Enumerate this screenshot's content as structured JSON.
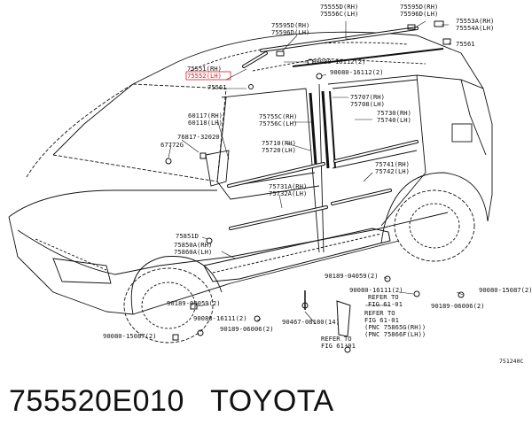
{
  "callouts": [
    {
      "id": "c01",
      "lines": [
        "75555D(RH)",
        "75556C(LH)"
      ]
    },
    {
      "id": "c02",
      "lines": [
        "75595D(RH)",
        "75596D(LH)"
      ]
    },
    {
      "id": "c03",
      "lines": [
        "75553A(RH)",
        "75554A(LH)"
      ]
    },
    {
      "id": "c04",
      "lines": [
        "75595D(RH)",
        "75596D(LH)"
      ]
    },
    {
      "id": "c05",
      "lines": [
        "75561"
      ]
    },
    {
      "id": "c06",
      "lines": [
        "75551(RH)"
      ]
    },
    {
      "id": "c07",
      "lines": [
        "75552(LH)"
      ],
      "highlight": true
    },
    {
      "id": "c08",
      "lines": [
        "90080-16112(2)"
      ]
    },
    {
      "id": "c09",
      "lines": [
        "90080-16112(2)"
      ]
    },
    {
      "id": "c10",
      "lines": [
        "75561"
      ]
    },
    {
      "id": "c11",
      "lines": [
        "75707(RH)",
        "75708(LH)"
      ]
    },
    {
      "id": "c12",
      "lines": [
        "75730(RH)",
        "75740(LH)"
      ]
    },
    {
      "id": "c13",
      "lines": [
        "60117(RH)",
        "60118(LH)"
      ]
    },
    {
      "id": "c14",
      "lines": [
        "75755C(RH)",
        "75756C(LH)"
      ]
    },
    {
      "id": "c15",
      "lines": [
        "76817-32020"
      ]
    },
    {
      "id": "c16",
      "lines": [
        "67772G"
      ]
    },
    {
      "id": "c17",
      "lines": [
        "75710(RH)",
        "75720(LH)"
      ]
    },
    {
      "id": "c18",
      "lines": [
        "75741(RH)",
        "75742(LH)"
      ]
    },
    {
      "id": "c19",
      "lines": [
        "75731A(RH)",
        "75732A(LH)"
      ]
    },
    {
      "id": "c20",
      "lines": [
        "75851D"
      ]
    },
    {
      "id": "c21",
      "lines": [
        "75850A(RH)",
        "75860A(LH)"
      ]
    },
    {
      "id": "c22",
      "lines": [
        "90189-04059(2)"
      ]
    },
    {
      "id": "c23",
      "lines": [
        "90080-16111(2)"
      ]
    },
    {
      "id": "c24",
      "lines": [
        "90080-15087(2)"
      ]
    },
    {
      "id": "c25",
      "lines": [
        "90189-04059(2)"
      ]
    },
    {
      "id": "c26",
      "lines": [
        "REFER TO",
        "FIG 61-01"
      ]
    },
    {
      "id": "c27",
      "lines": [
        "90189-06006(2)"
      ]
    },
    {
      "id": "c28",
      "lines": [
        "REFER TO",
        "FIG 61-01",
        "(PNC 75865G(RH))",
        "(PNC 75866F(LH))"
      ]
    },
    {
      "id": "c29",
      "lines": [
        "90080-16111(2)"
      ]
    },
    {
      "id": "c30",
      "lines": [
        "90189-06006(2)"
      ]
    },
    {
      "id": "c31",
      "lines": [
        "90467-08180(14)"
      ]
    },
    {
      "id": "c32",
      "lines": [
        "90080-15087(2)"
      ]
    },
    {
      "id": "c33",
      "lines": [
        "REFER TO",
        "FIG 61-01"
      ]
    }
  ],
  "diagram_code": "751240C",
  "caption": "755520E010   TOYOTA"
}
